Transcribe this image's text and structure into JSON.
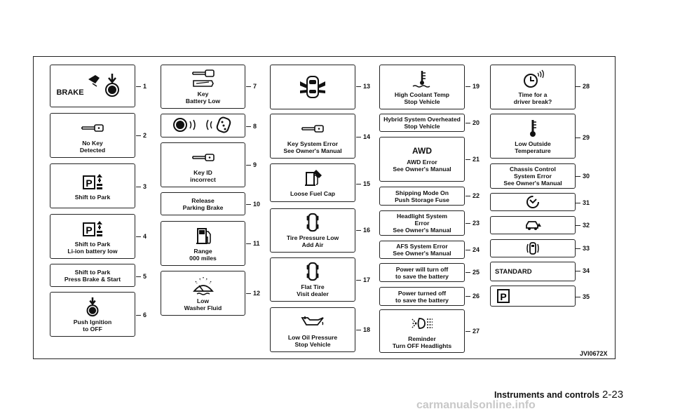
{
  "indicators": [
    {
      "num": "1",
      "icon": "brake-push-ignition-icon",
      "text": "",
      "tag": "BRAKE"
    },
    {
      "num": "2",
      "icon": "key-fob-icon",
      "text": "No Key\nDetected"
    },
    {
      "num": "3",
      "icon": "park-shift-icon",
      "text": "Shift to Park"
    },
    {
      "num": "4",
      "icon": "park-shift-icon",
      "text": "Shift to Park\nLi-ion battery low"
    },
    {
      "num": "5",
      "icon": "",
      "text": "Shift to Park\nPress Brake & Start"
    },
    {
      "num": "6",
      "icon": "push-ignition-icon",
      "text": "Push Ignition\n  to OFF"
    },
    {
      "num": "7",
      "icon": "key-battery-icon",
      "text": "Key\nBattery Low"
    },
    {
      "num": "8",
      "icon": "key-signal-icon",
      "text": ""
    },
    {
      "num": "9",
      "icon": "key-fob-icon",
      "text": "Key ID\nincorrect"
    },
    {
      "num": "10",
      "icon": "",
      "text": "Release\nParking Brake"
    },
    {
      "num": "11",
      "icon": "fuel-pump-icon",
      "text": "Range\n000 miles"
    },
    {
      "num": "12",
      "icon": "washer-fluid-icon",
      "text": "Low\nWasher Fluid"
    },
    {
      "num": "13",
      "icon": "door-open-icon",
      "text": ""
    },
    {
      "num": "14",
      "icon": "key-fob-icon",
      "text": "Key System Error\nSee Owner's Manual"
    },
    {
      "num": "15",
      "icon": "fuel-cap-icon",
      "text": "Loose Fuel Cap"
    },
    {
      "num": "16",
      "icon": "tire-car-icon",
      "text": "Tire Pressure Low\n      Add Air"
    },
    {
      "num": "17",
      "icon": "tire-car-icon",
      "text": "Flat Tire\nVisit dealer"
    },
    {
      "num": "18",
      "icon": "oil-can-icon",
      "text": "Low Oil Pressure\n  Stop Vehicle"
    },
    {
      "num": "19",
      "icon": "coolant-temp-icon",
      "text": "High Coolant Temp\n      Stop Vehicle"
    },
    {
      "num": "20",
      "icon": "",
      "text": "Hybrid System Overheated\nStop Vehicle"
    },
    {
      "num": "21",
      "icon": "",
      "text": "AWD Error\nSee Owner's Manual",
      "big": "AWD"
    },
    {
      "num": "22",
      "icon": "",
      "text": "Shipping Mode On\nPush Storage Fuse"
    },
    {
      "num": "23",
      "icon": "",
      "text": "Headlight System\n       Error\nSee Owner's Manual"
    },
    {
      "num": "24",
      "icon": "",
      "text": "AFS System Error\nSee Owner's Manual"
    },
    {
      "num": "25",
      "icon": "",
      "text": "Power will turn off\nto save the battery"
    },
    {
      "num": "26",
      "icon": "",
      "text": "Power turned off\nto save the battery"
    },
    {
      "num": "27",
      "icon": "headlight-icon",
      "text": "Reminder\nTurn OFF Headlights"
    },
    {
      "num": "28",
      "icon": "driver-break-icon",
      "text": "Time for a\ndriver break?"
    },
    {
      "num": "29",
      "icon": "thermometer-icon",
      "text": "Low Outside\nTemperature"
    },
    {
      "num": "30",
      "icon": "",
      "text": "Chassis Control\n  System Error\nSee Owner's Manual"
    },
    {
      "num": "31",
      "icon": "steering-assist-icon",
      "text": ""
    },
    {
      "num": "32",
      "icon": "car-warning-icon",
      "text": ""
    },
    {
      "num": "33",
      "icon": "sonar-car-icon",
      "text": ""
    },
    {
      "num": "34",
      "icon": "",
      "text": "STANDARD"
    },
    {
      "num": "35",
      "icon": "park-p-icon",
      "text": ""
    }
  ],
  "figure_code": "JVI0672X",
  "footer": {
    "section": "Instruments and controls",
    "page": "2-23"
  },
  "watermark": "carmanualsonline.info"
}
